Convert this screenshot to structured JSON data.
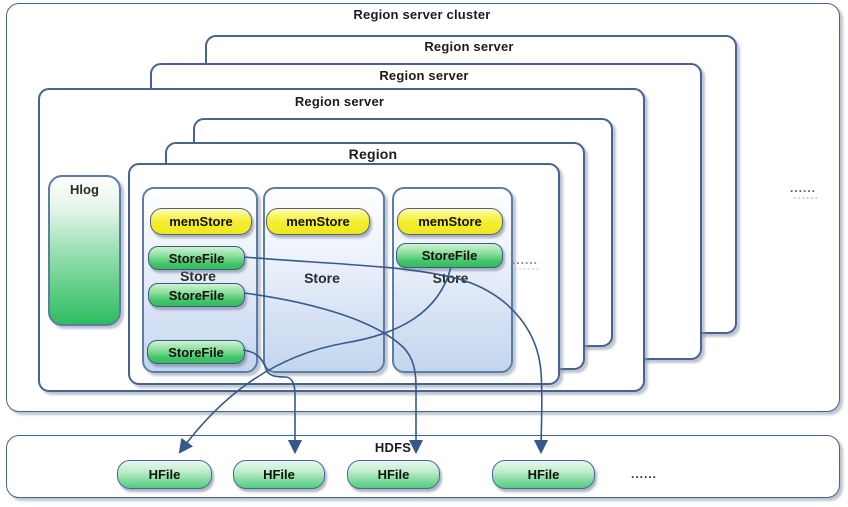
{
  "cluster": {
    "title": "Region server cluster",
    "ellipsis": "......"
  },
  "region_servers": [
    {
      "title": "Region server"
    },
    {
      "title": "Region server"
    },
    {
      "title": "Region server"
    }
  ],
  "region": {
    "title": "Region"
  },
  "hlog": {
    "label": "Hlog"
  },
  "stores": [
    {
      "label": "Store",
      "memstore_label": "memStore",
      "storefile_labels": [
        "StoreFile",
        "StoreFile",
        "StoreFile"
      ]
    },
    {
      "label": "Store",
      "memstore_label": "memStore",
      "storefile_labels": []
    },
    {
      "label": "Store",
      "memstore_label": "memStore",
      "storefile_labels": [
        "StoreFile"
      ],
      "ellipsis": "......"
    }
  ],
  "hdfs": {
    "title": "HDFS",
    "hfile_labels": [
      "HFile",
      "HFile",
      "HFile",
      "HFile"
    ],
    "ellipsis": "......"
  },
  "colors": {
    "box_border_blue": "#46648f",
    "store_border_blue": "#5b7da8",
    "arrow_blue": "#36598c",
    "memstore_yellow": "#f4ee2d",
    "storefile_green": "#45c368",
    "hfile_green": "#55cc7c",
    "hlog_green": "#2ebd60",
    "store_bg_blue": "#c3d6ee"
  }
}
